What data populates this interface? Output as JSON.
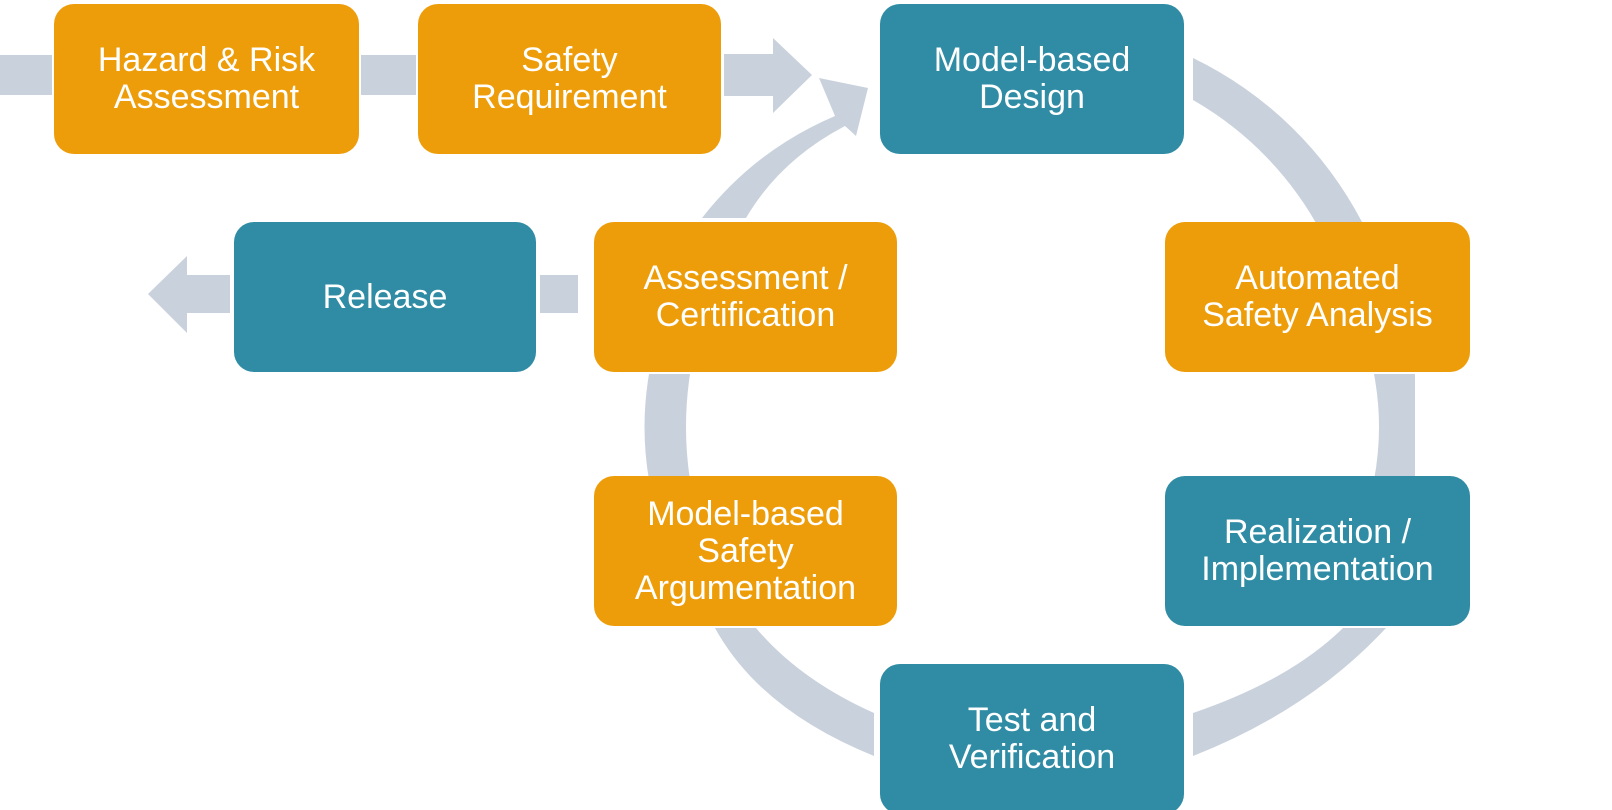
{
  "diagram": {
    "colors": {
      "orange": "#EE9D0A",
      "teal": "#2F8CA4",
      "connector": "#C9D2DC"
    },
    "boxes": [
      {
        "id": "hazard",
        "label": "Hazard & Risk\nAssessment",
        "color": "orange"
      },
      {
        "id": "safety-requirement",
        "label": "Safety\nRequirement",
        "color": "orange"
      },
      {
        "id": "model-based-design",
        "label": "Model-based\nDesign",
        "color": "teal"
      },
      {
        "id": "automated-safety-analysis",
        "label": "Automated\nSafety Analysis",
        "color": "orange"
      },
      {
        "id": "realization",
        "label": "Realization /\nImplementation",
        "color": "teal"
      },
      {
        "id": "test-verification",
        "label": "Test and\nVerification",
        "color": "teal"
      },
      {
        "id": "safety-argumentation",
        "label": "Model-based\nSafety\nArgumentation",
        "color": "orange"
      },
      {
        "id": "assessment-certification",
        "label": "Assessment /\nCertification",
        "color": "orange"
      },
      {
        "id": "release",
        "label": "Release",
        "color": "teal"
      }
    ]
  }
}
